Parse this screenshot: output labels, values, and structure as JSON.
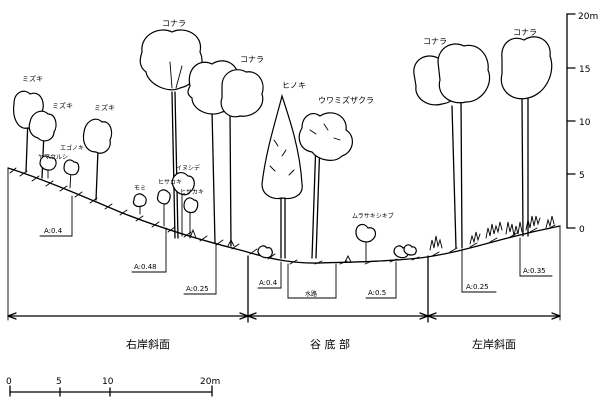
{
  "height_scale": {
    "ticks": [
      "0",
      "5",
      "10",
      "15",
      "20m"
    ]
  },
  "distance_scale": {
    "ticks": [
      "0",
      "5",
      "10",
      "20m"
    ]
  },
  "trees": [
    {
      "label": "コナラ"
    },
    {
      "label": "コナラ"
    },
    {
      "label": "コナラ"
    },
    {
      "label": "コナラ"
    },
    {
      "label": "ヒノキ"
    },
    {
      "label": "ウワミズザクラ"
    },
    {
      "label": "ミズキ"
    },
    {
      "label": "ミズキ"
    },
    {
      "label": "ミズキ"
    },
    {
      "label": "ヤマウルシ"
    },
    {
      "label": "エゴノキ"
    },
    {
      "label": "イヌシデ"
    },
    {
      "label": "ヒサカキ"
    },
    {
      "label": "ヒサカキ"
    },
    {
      "label": "モミ"
    },
    {
      "label": "ムラサキシキブ"
    }
  ],
  "zones": [
    {
      "label": "右岸斜面"
    },
    {
      "label": "谷 底 部"
    },
    {
      "label": "左岸斜面"
    }
  ],
  "measurements": [
    "A:0.4",
    "A:0.48",
    "A:0.25",
    "A:0.4",
    "A:0.5",
    "A:0.25",
    "A:0.35"
  ],
  "water_label": "水路"
}
